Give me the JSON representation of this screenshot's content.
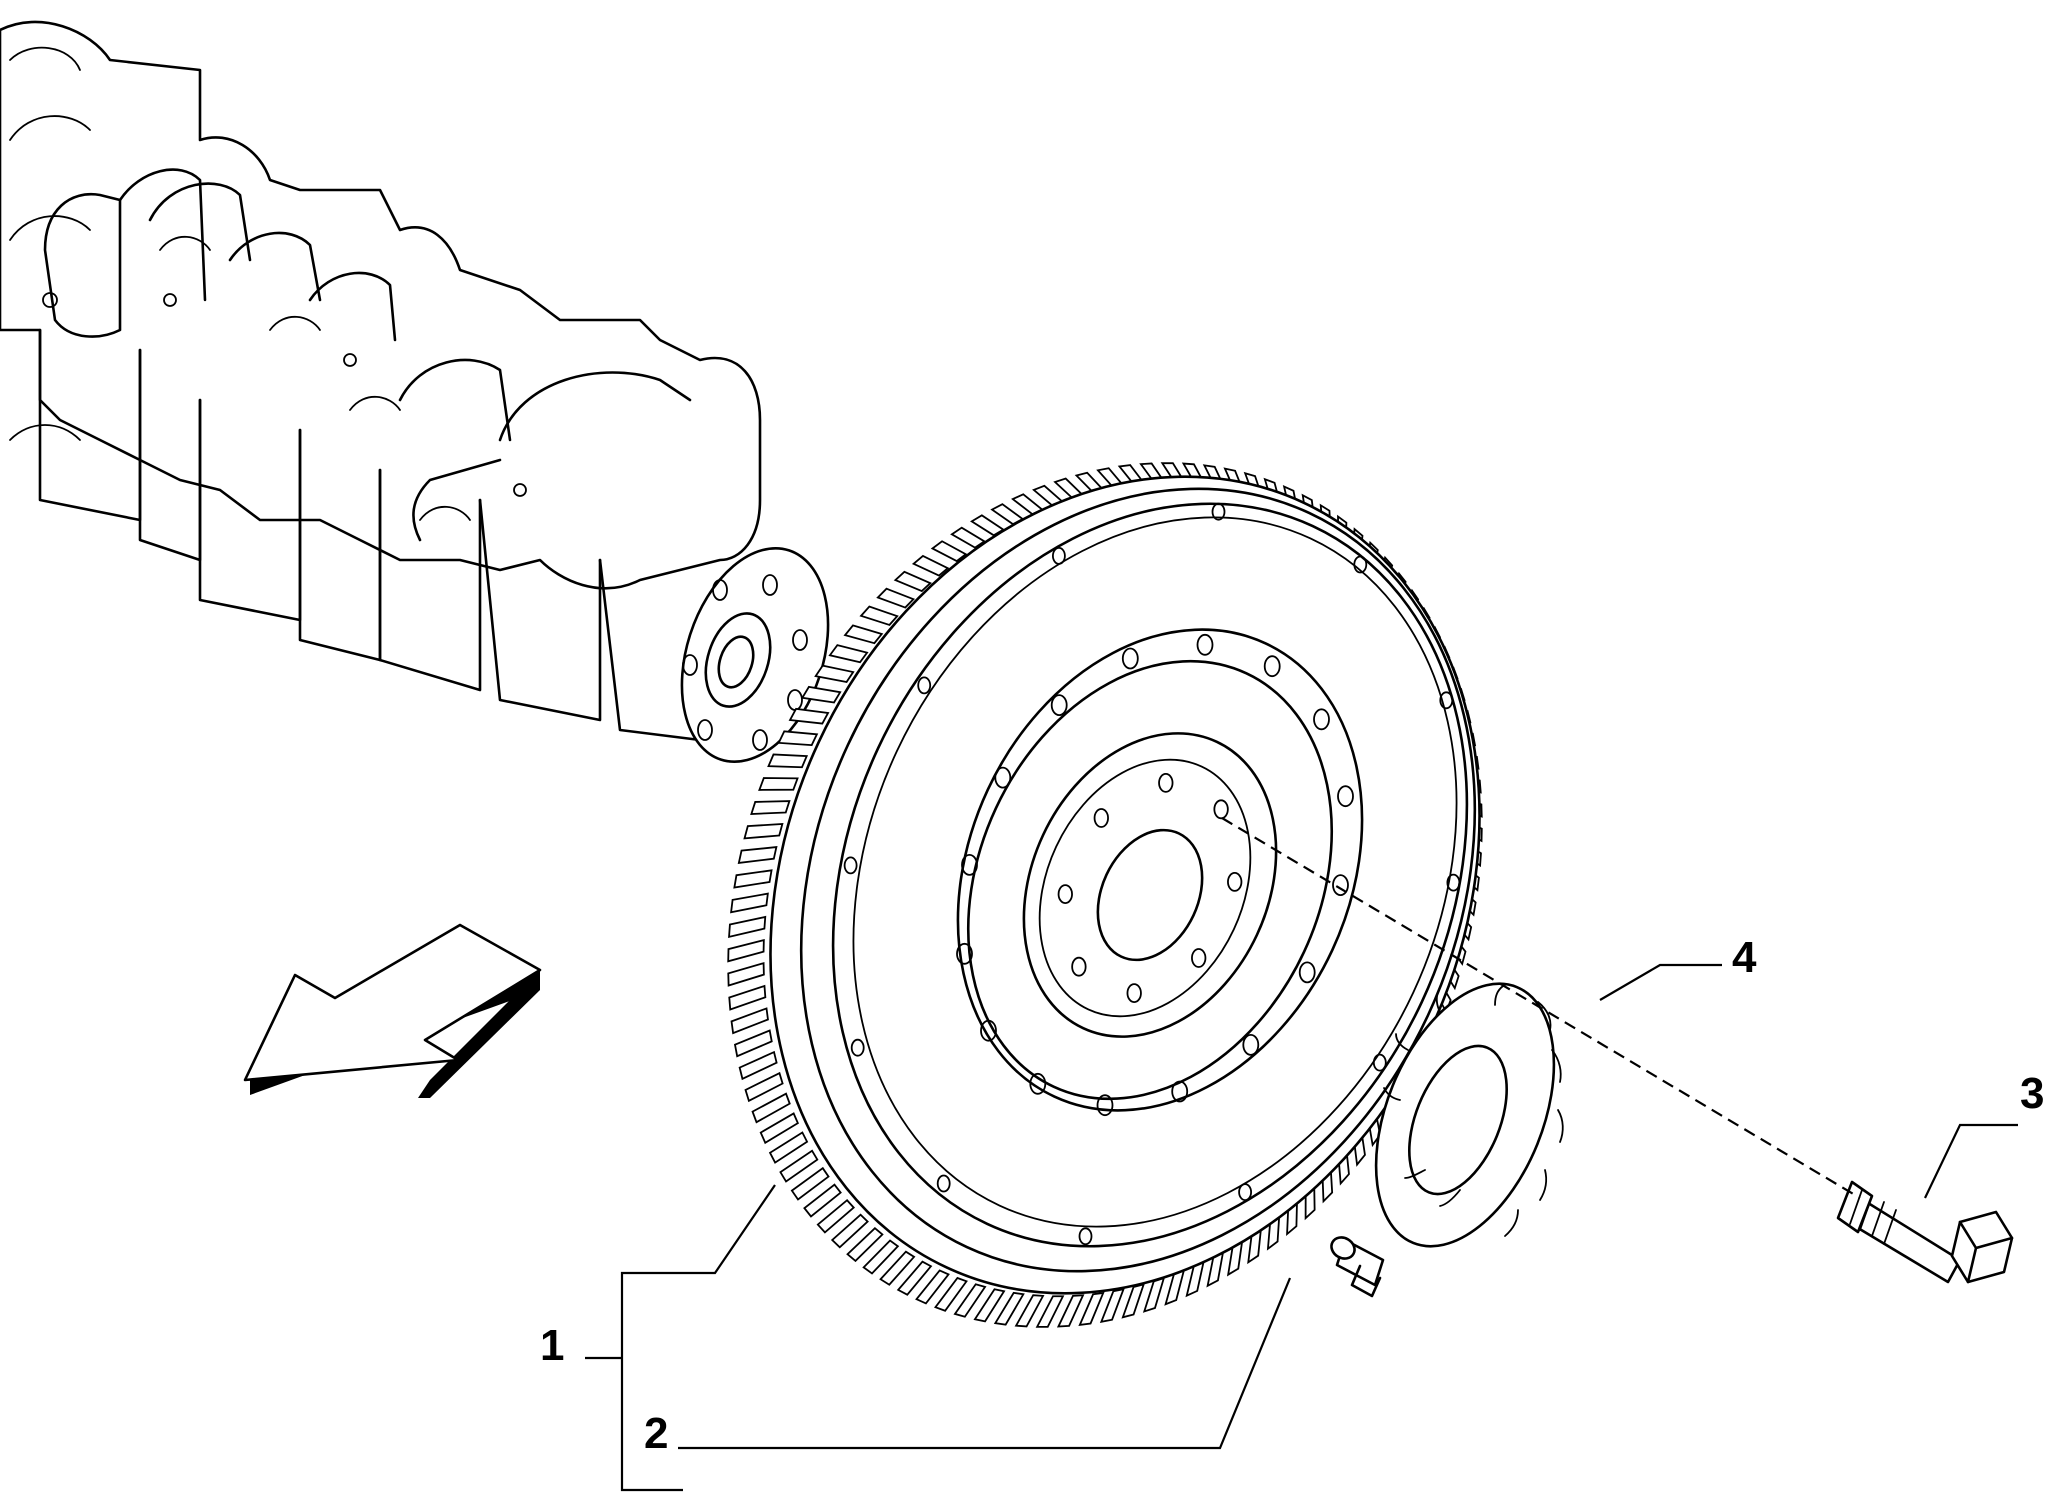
{
  "callouts": {
    "c1": "1",
    "c2": "2",
    "c3": "3",
    "c4": "4"
  },
  "colors": {
    "line": "#000000",
    "paper": "#ffffff"
  }
}
